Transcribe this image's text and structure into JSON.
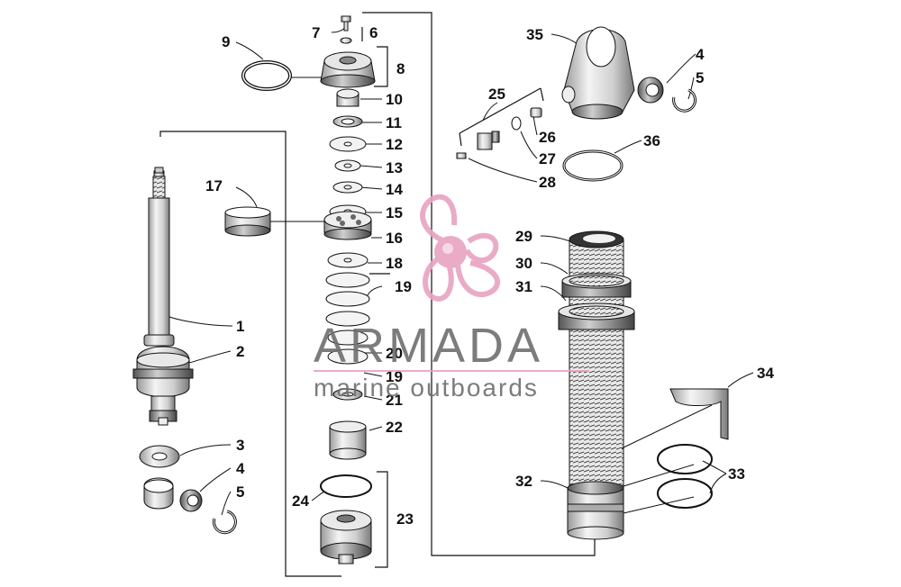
{
  "callouts": {
    "c1": "1",
    "c2": "2",
    "c3": "3",
    "c4a": "4",
    "c5a": "5",
    "c6": "6",
    "c7": "7",
    "c8": "8",
    "c9": "9",
    "c10": "10",
    "c11": "11",
    "c12": "12",
    "c13": "13",
    "c14": "14",
    "c15": "15",
    "c16": "16",
    "c17": "17",
    "c18": "18",
    "c19a": "19",
    "c19b": "19",
    "c20": "20",
    "c21": "21",
    "c22": "22",
    "c23": "23",
    "c24": "24",
    "c25": "25",
    "c26": "26",
    "c27": "27",
    "c28": "28",
    "c29": "29",
    "c30": "30",
    "c31": "31",
    "c32": "32",
    "c33": "33",
    "c34": "34",
    "c35": "35",
    "c4b": "4",
    "c5b": "5",
    "c36": "36"
  },
  "watermark": {
    "brand": "ARMADA",
    "tagline": "marine outboards",
    "brand_color": "#6e6e6e",
    "logo_color": "#e8a3c2",
    "line_color": "#e8a3c2"
  },
  "colors": {
    "ink": "#111111",
    "paper": "#ffffff"
  }
}
